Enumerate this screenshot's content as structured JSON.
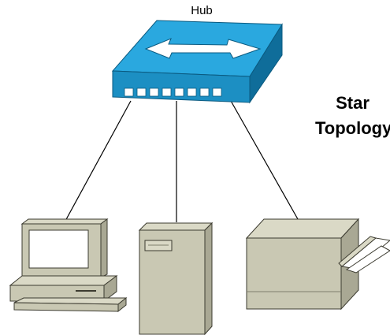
{
  "diagram": {
    "hub_label": "Hub",
    "title_line1": "Star",
    "title_line2": "Topology",
    "nodes": [
      {
        "id": "hub",
        "icon": "hub-icon"
      },
      {
        "id": "workstation",
        "icon": "desktop-computer-icon"
      },
      {
        "id": "server",
        "icon": "tower-server-icon"
      },
      {
        "id": "printer",
        "icon": "printer-icon"
      }
    ],
    "connections": [
      {
        "from": "hub",
        "to": "workstation"
      },
      {
        "from": "hub",
        "to": "server"
      },
      {
        "from": "hub",
        "to": "printer"
      }
    ]
  },
  "colors": {
    "hub_top": "#2aa8df",
    "hub_front": "#1c8fc3",
    "hub_side": "#0f6d9a",
    "device_body": "#c9c8b3",
    "device_shade": "#a9a894",
    "device_dark": "#7f7e6c",
    "screen": "#ffffff",
    "link": "#000000"
  }
}
